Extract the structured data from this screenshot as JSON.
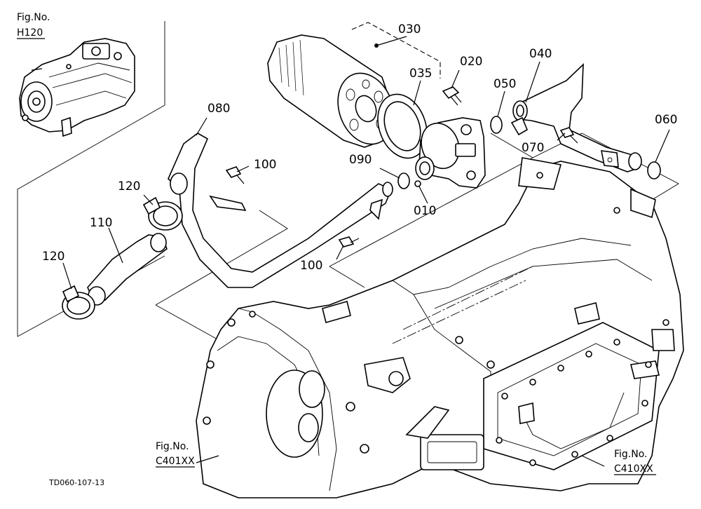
{
  "figure_refs": {
    "pump": {
      "prefix": "Fig.No.",
      "code": "H120"
    },
    "front_case": {
      "prefix": "Fig.No.",
      "code": "C401XX"
    },
    "rear_case": {
      "prefix": "Fig.No.",
      "code": "C410XX"
    }
  },
  "drawing_code": "TD060-107-13",
  "callouts": {
    "p010": "010",
    "p020": "020",
    "p030": "030",
    "p035": "035",
    "p040": "040",
    "p050": "050",
    "p060": "060",
    "p070": "070",
    "p080": "080",
    "p090": "090",
    "p100a": "100",
    "p100b": "100",
    "p110": "110",
    "p120a": "120",
    "p120b": "120"
  }
}
